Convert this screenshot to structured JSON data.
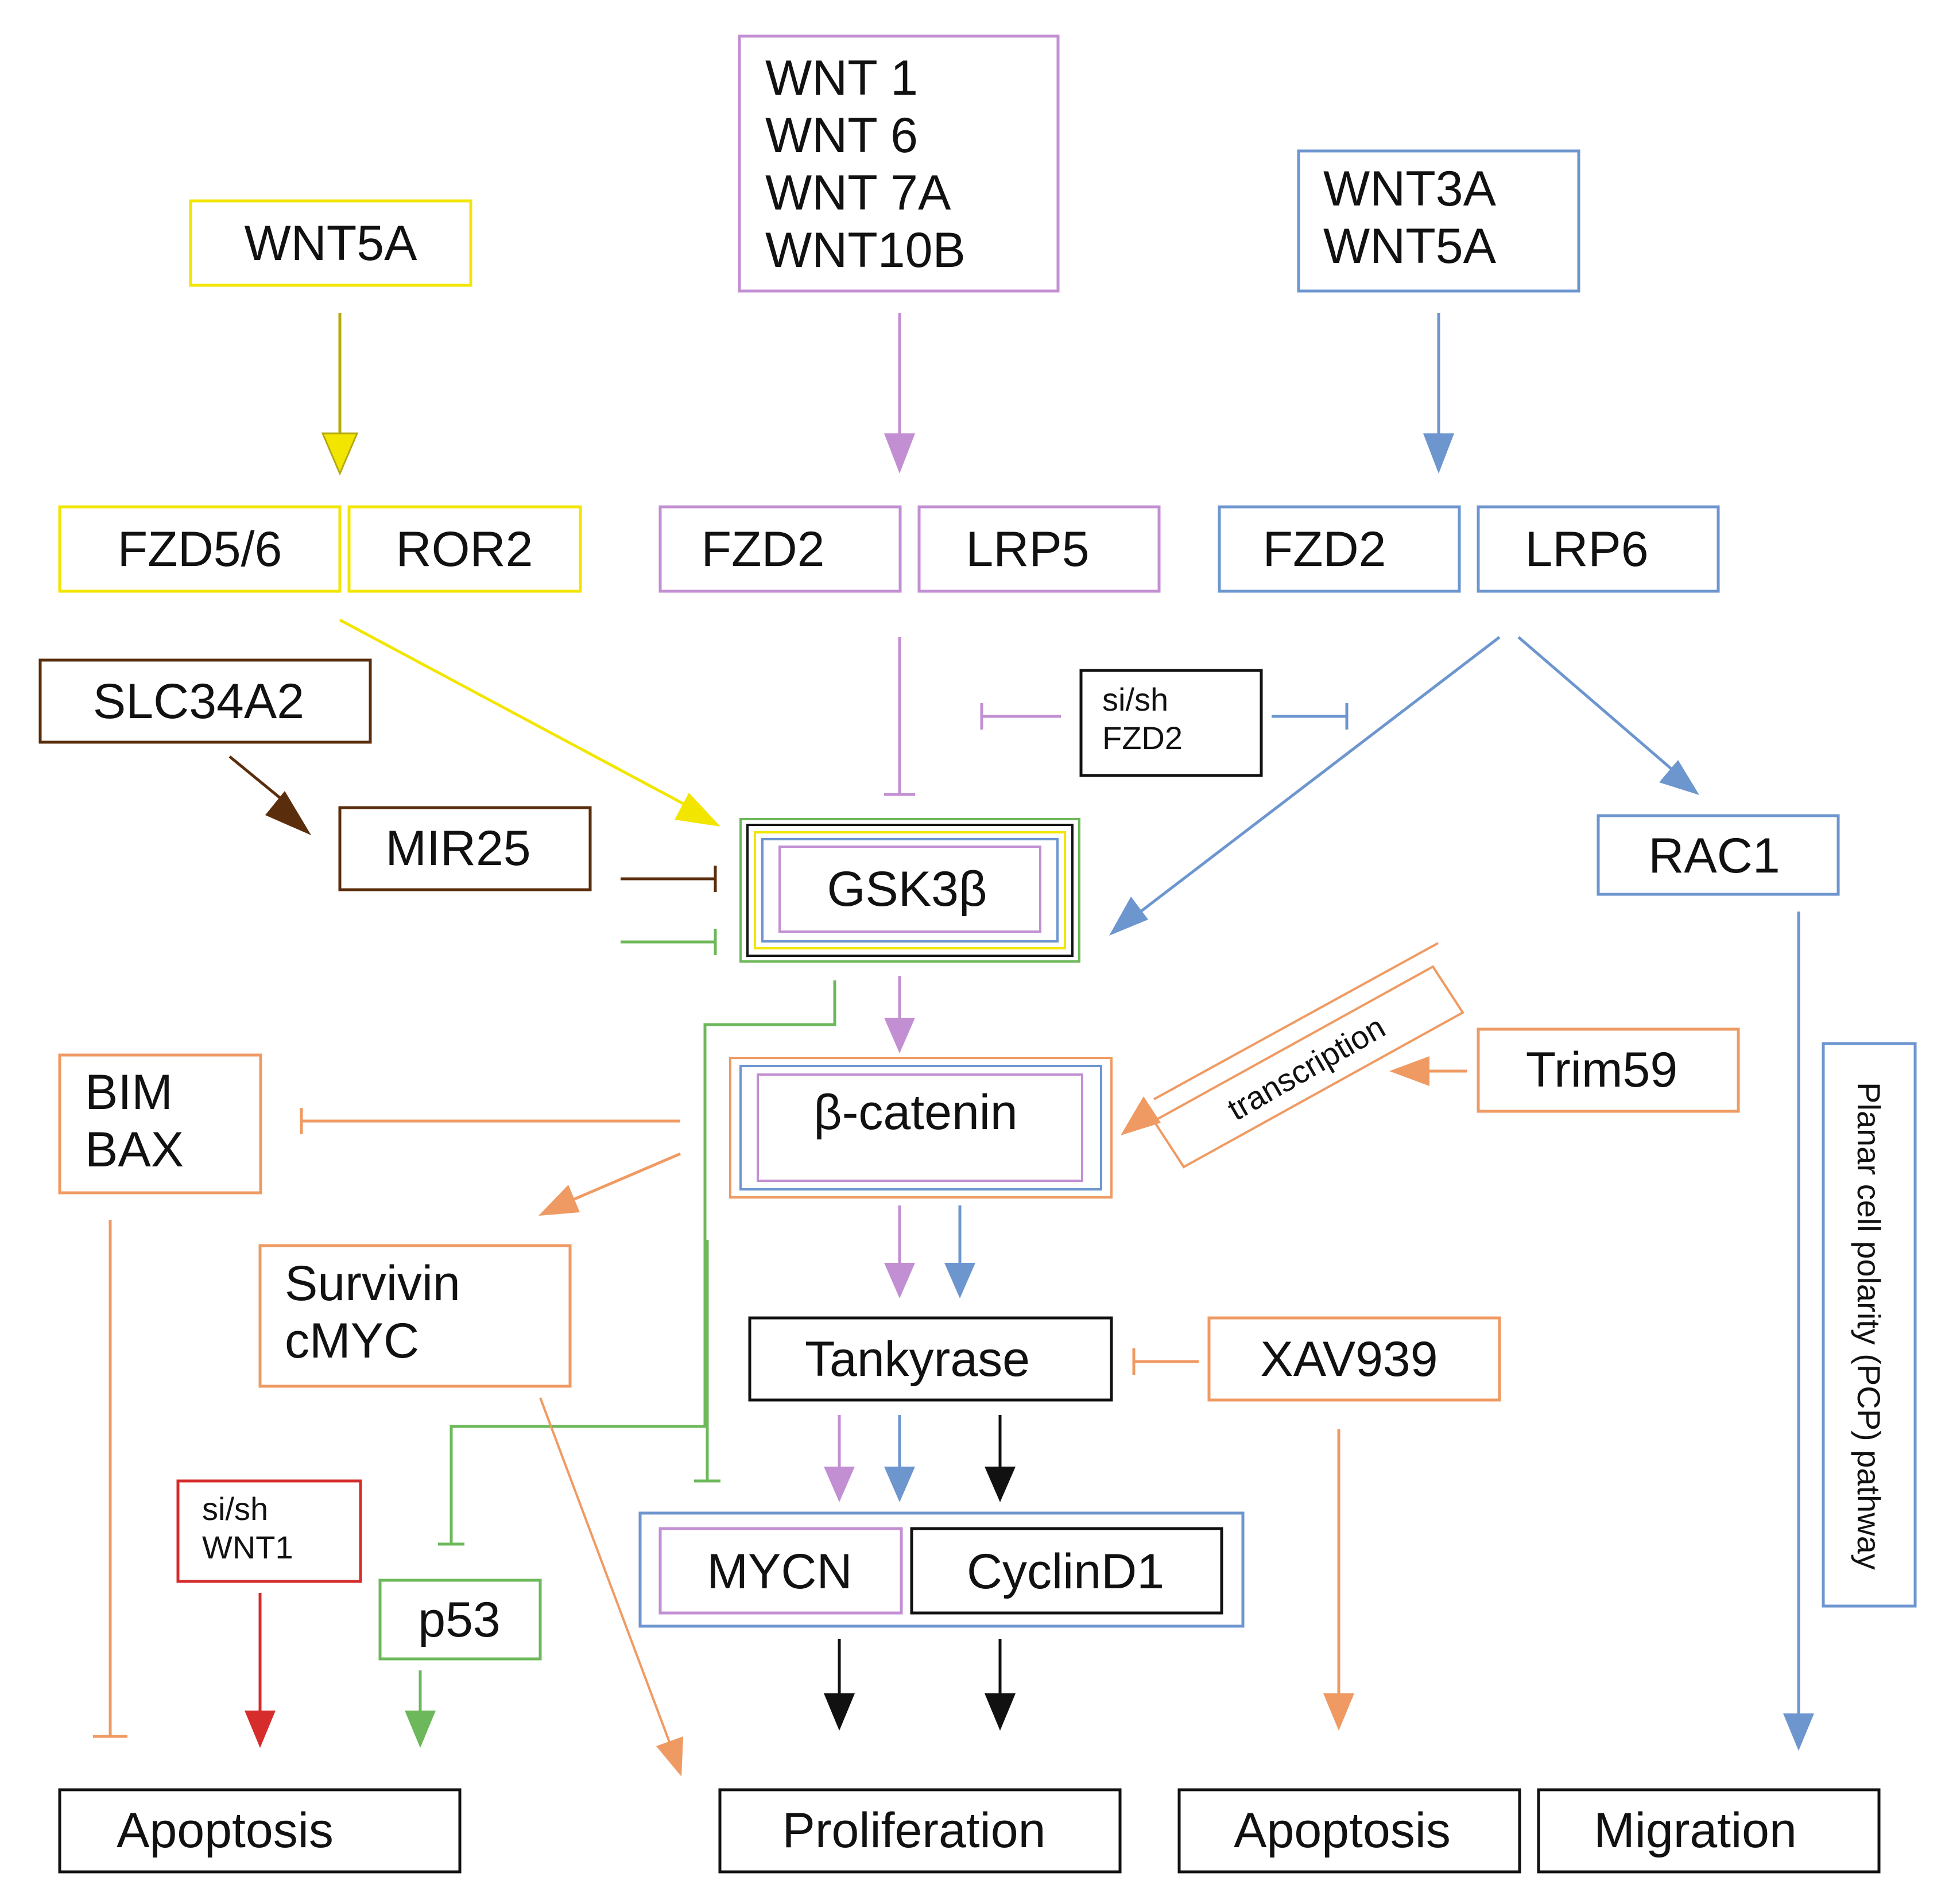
{
  "colors": {
    "yellow": "#f2e600",
    "olive": "#b5aa12",
    "purple": "#c38fd3",
    "blue": "#6d96cf",
    "brown": "#5a2d0c",
    "green": "#6cb85a",
    "orange": "#ef9a62",
    "red": "#d62c2c",
    "black": "#111111"
  },
  "nodes": {
    "wnt5a_top": "WNT5A",
    "wnt_group": [
      "WNT 1",
      "WNT 6",
      "WNT 7A",
      "WNT10B"
    ],
    "wnt3a_group": [
      "WNT3A",
      "WNT5A"
    ],
    "fzd56": "FZD5/6",
    "ror2": "ROR2",
    "fzd2_a": "FZD2",
    "lrp5": "LRP5",
    "fzd2_b": "FZD2",
    "lrp6": "LRP6",
    "slc34a2": "SLC34A2",
    "mir25": "MIR25",
    "sish_fzd2": [
      "si/sh",
      "FZD2"
    ],
    "gsk3b": "GSK3β",
    "rac1": "RAC1",
    "bim_bax": [
      "BIM",
      "BAX"
    ],
    "beta_catenin": "β-catenin",
    "transcription": "transcription",
    "trim59": "Trim59",
    "survivin_cmyc": [
      "Survivin",
      "cMYC"
    ],
    "tankyrase": "Tankyrase",
    "xav939": "XAV939",
    "pcp": "Planar cell polarity (PCP) pathway",
    "sish_wnt1": [
      "si/sh",
      "WNT1"
    ],
    "p53": "p53",
    "mycn": "MYCN",
    "cyclind1": "CyclinD1"
  },
  "outcomes": {
    "apoptosis_left": "Apoptosis",
    "proliferation": "Proliferation",
    "apoptosis_right": "Apoptosis",
    "migration": "Migration"
  }
}
